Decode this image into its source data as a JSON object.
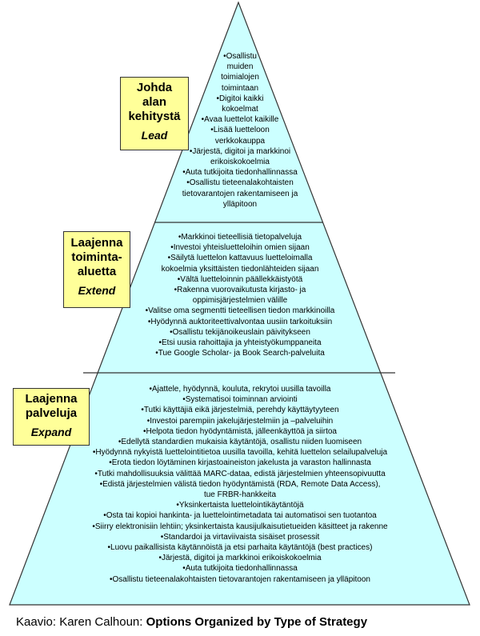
{
  "lead_box": {
    "lines": [
      "Johda",
      "alan",
      "kehitystä"
    ],
    "english": "Lead"
  },
  "extend_box": {
    "lines": [
      "Laajenna",
      "toiminta-",
      "aluetta"
    ],
    "english": "Extend"
  },
  "expand_box": {
    "lines": [
      "Laajenna",
      "palveluja"
    ],
    "english": "Expand"
  },
  "tiers": {
    "top": [
      "•Osallistu",
      "muiden",
      "toimialojen",
      "toimintaan",
      "•Digitoi kaikki",
      "kokoelmat",
      "•Avaa luettelot kaikille",
      "•Lisää luetteloon",
      "verkkokauppa",
      "•Järjestä, digitoi ja markkinoi",
      "erikoiskokoelmia",
      "•Auta tutkijoita tiedonhallinnassa",
      "•Osallistu tieteenalakohtaisten",
      "tietovarantojen rakentamiseen ja",
      "ylläpitoon"
    ],
    "middle": [
      "•Markkinoi tieteellisiä tietopalveluja",
      "•Investoi yhteisluetteloihin omien sijaan",
      "•Säilytä luettelon kattavuus luetteloimalla",
      "kokoelmia yksittäisten tiedonlähteiden sijaan",
      "•Vältä luetteloinnin päällekkäistyötä",
      "•Rakenna vuorovaikutusta kirjasto- ja",
      "oppimisjärjestelmien välille",
      "•Valitse oma segmentti tieteellisen tiedon markkinoilla",
      "•Hyödynnä auktoriteettivalvontaa uusiin tarkoituksiin",
      "•Osallistu tekijänoikeuslain päivitykseen",
      "•Etsi uusia rahoittajia ja yhteistyökumppaneita",
      "•Tue Google Scholar- ja Book Search-palveluita"
    ],
    "bottom": [
      "•Ajattele, hyödynnä, kouluta, rekrytoi uusilla tavoilla",
      "•Systematisoi toiminnan arviointi",
      "•Tutki käyttäjiä eikä järjestelmiä, perehdy käyttäytyyteen",
      "•Investoi parempiin jakelujärjestelmiin ja –palveluihin",
      "•Helpota tiedon hyödyntämistä, jälleenkäyttöä ja siirtoa",
      "•Edellytä standardien mukaisia käytäntöjä, osallistu niiden luomiseen",
      "•Hyödynnä nykyistä luettelointitietoa uusilla tavoilla, kehitä luettelon selailupalveluja",
      "•Erota tiedon löytäminen kirjastoaineiston jakelusta ja varaston hallinnasta",
      "•Tutki mahdollisuuksia välittää MARC-dataa, edistä järjestelmien yhteensopivuutta",
      "•Edistä järjestelmien välistä tiedon hyödyntämistä (RDA, Remote Data Access),",
      "tue FRBR-hankkeita",
      "•Yksinkertaista luettelointikäytäntöjä",
      "•Osta tai kopioi  hankinta- ja luettelointimetadata tai automatisoi sen tuotantoa",
      "•Siirry elektronisiin lehtiin; yksinkertaista kausijulkaisutietueiden käsitteet ja rakenne",
      "•Standardoi ja virtaviivaista sisäiset prosessit",
      "•Luovu paikallisista käytännöistä ja etsi  parhaita käytäntöjä (best practices)",
      "•Järjestä, digitoi ja markkinoi erikoiskokoelmia",
      "•Auta tutkijoita tiedonhallinnassa",
      "•Osallistu tieteenalakohtaisten tietovarantojen rakentamiseen ja ylläpitoon"
    ]
  },
  "caption": {
    "prefix": "Kaavio: Karen Calhoun: ",
    "title": "Options Organized by Type of Strategy"
  },
  "colors": {
    "pyramid_fill": "#ccffff",
    "box_fill": "#ffff99",
    "outline": "#333333"
  }
}
